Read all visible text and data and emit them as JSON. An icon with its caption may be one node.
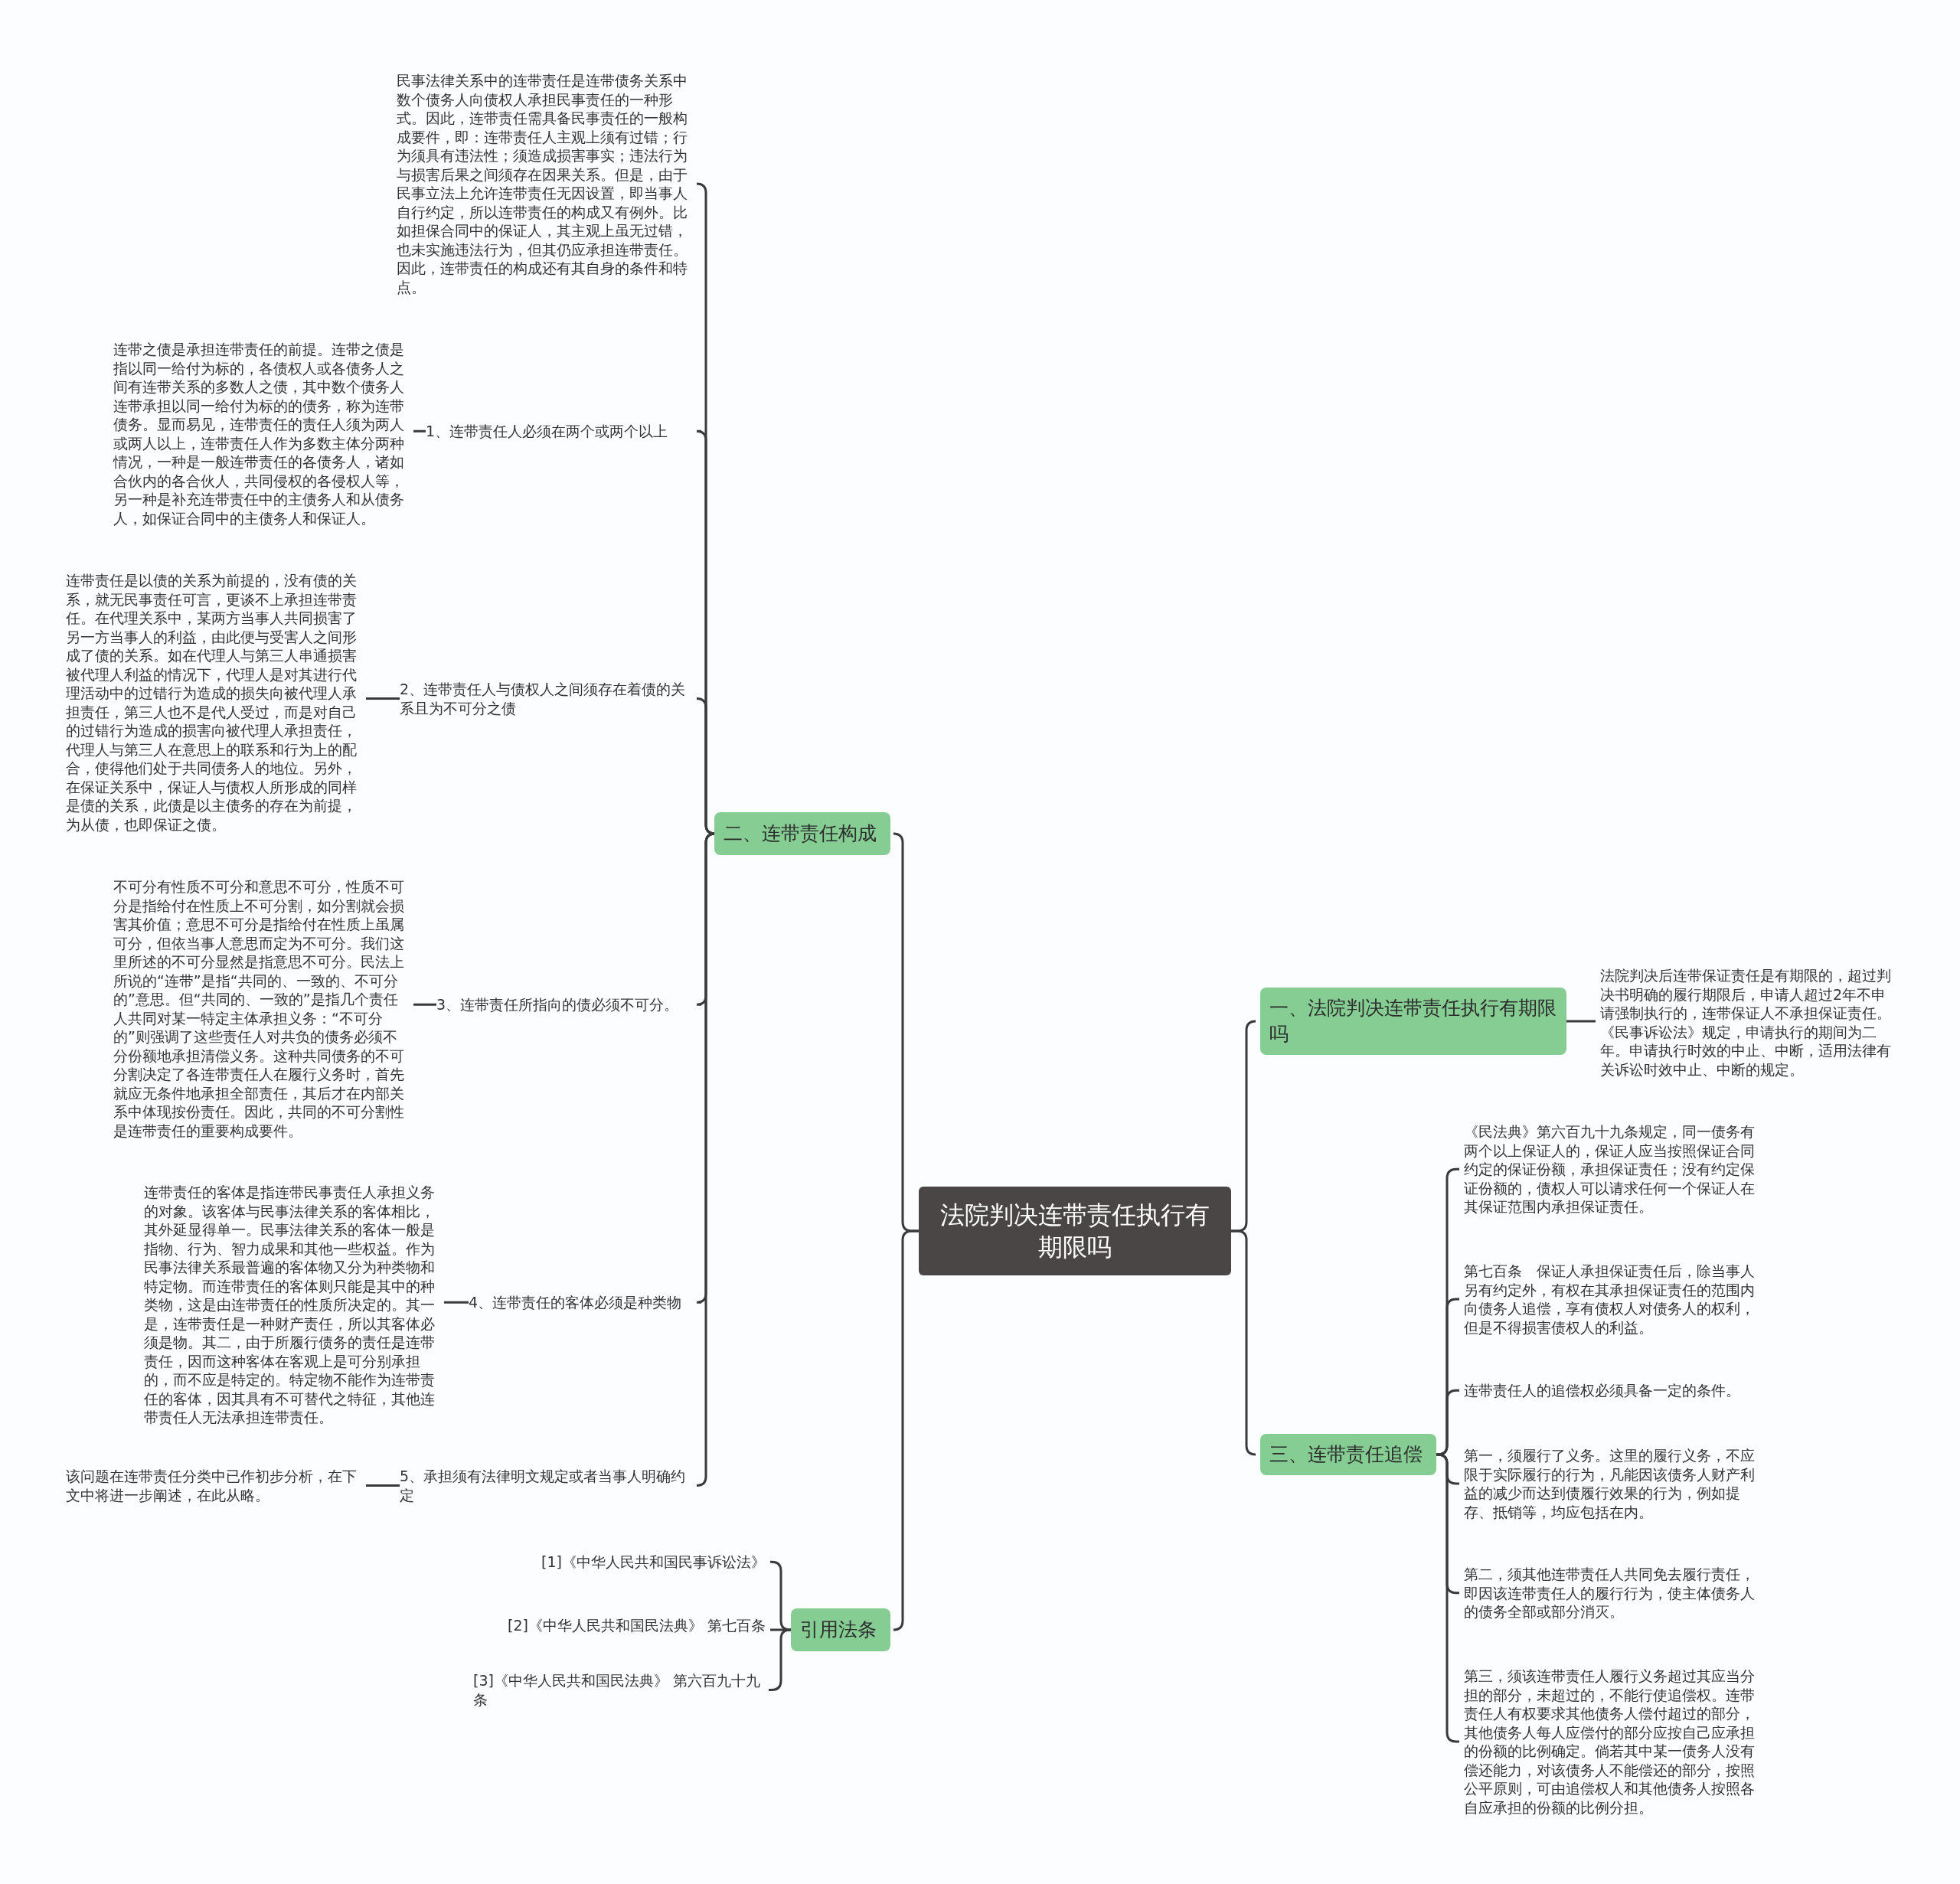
{
  "diagram": {
    "nodes": [
      {
        "text": [
          "法院判决连带责任执行有期限吗"
        ]
      },
      {
        "text": [
          "二、连带责任构成"
        ]
      },
      {
        "text": [
          "民事法律关系中的连带责任是连带债务关系中数个债务人向债权人承担民事责任的一种形式。因此，连带责任需具备民事责任的一般构成要件，即：连带责任人主观上须有过错；行为须具有违法性；须造成损害事实；违法行为与损害后果之间须存在因果关系。但是，由于民事立法上允许连带责任无因设置，即当事人自行约定，所以连带责任的构成又有例外。比如担保合同中的保证人，其主观上虽无过错，也未实施违法行为，但其仍应承担连带责任。因此，连带责任的构成还有其自身的条件和特点。"
        ]
      },
      {
        "text": [
          "1、连带责任人必须在两个或两个以上"
        ]
      },
      {
        "text": [
          "连带之债是承担连带责任的前提。连带之债是指以同一给付为标的，各债权人或各债务人之间有连带关系的多数人之债，其中数个债务人连带承担以同一给付为标的的债务，称为连带债务。显而易见，连带责任的责任人须为两人或两人以上，连带责任人作为多数主体分两种情况，一种是一般连带责任的各债务人，诸如合伙内的各合伙人，共同侵权的各侵权人等，另一种是补充连带责任中的主债务人和从债务人，如保证合同中的主债务人和保证人。"
        ]
      },
      {
        "text": [
          "2、连带责任人与债权人之间须存在着债的关系且为不可分之债"
        ]
      },
      {
        "text": [
          "连带责任是以债的关系为前提的，没有债的关系，就无民事责任可言，更谈不上承担连带责任。在代理关系中，某两方当事人共同损害了另一方当事人的利益，由此便与受害人之间形成了债的关系。如在代理人与第三人串通损害被代理人利益的情况下，代理人是对其进行代理活动中的过错行为造成的损失向被代理人承担责任，第三人也不是代人受过，而是对自己的过错行为造成的损害向被代理人承担责任，代理人与第三人在意思上的联系和行为上的配合，使得他们处于共同债务人的地位。另外，在保证关系中，保证人与债权人所形成的同样是债的关系，此债是以主债务的存在为前提，为从债，也即保证之债。"
        ]
      },
      {
        "text": [
          "3、连带责任所指向的债必须不可分。"
        ]
      },
      {
        "text": [
          "不可分有性质不可分和意思不可分，性质不可分是指给付在性质上不可分割，如分割就会损害其价值；意思不可分是指给付在性质上虽属可分，但依当事人意思而定为不可分。我们这里所述的不可分显然是指意思不可分。民法上所说的“连带”是指“共同的、一致的、不可分的”意思。但“共同的、一致的”是指几个责任人共同对某一特定主体承担义务：“不可分的”则强调了这些责任人对共负的债务必须不分份额地承担清偿义务。这种共同债务的不可分割决定了各连带责任人在履行义务时，首先就应无条件地承担全部责任，其后才在内部关系中体现按份责任。因此，共同的不可分割性是连带责任的重要构成要件。"
        ]
      },
      {
        "text": [
          "4、连带责任的客体必须是种类物"
        ]
      },
      {
        "text": [
          "连带责任的客体是指连带民事责任人承担义务的对象。该客体与民事法律关系的客体相比，其外延显得单一。民事法律关系的客体一般是指物、行为、智力成果和其他一些权益。作为民事法律关系最普遍的客体物又分为种类物和特定物。而连带责任的客体则只能是其中的种类物，这是由连带责任的性质所决定的。其一是，连带责任是一种财产责任，所以其客体必须是物。其二，由于所履行债务的责任是连带责任，因而这种客体在客观上是可分别承担的，而不应是特定的。特定物不能作为连带责任的客体，因其具有不可替代之特征，其他连带责任人无法承担连带责任。"
        ]
      },
      {
        "text": [
          "5、承担须有法律明文规定或者当事人明确约定"
        ]
      },
      {
        "text": [
          "该问题在连带责任分类中已作初步分析，在下文中将进一步阐述，在此从略。"
        ]
      },
      {
        "text": [
          "引用法条"
        ]
      },
      {
        "text": [
          "[1]《中华人民共和国民事诉讼法》"
        ]
      },
      {
        "text": [
          "[2]《中华人民共和国民法典》 第七百条"
        ]
      },
      {
        "text": [
          "[3]《中华人民共和国民法典》 第六百九十九条"
        ]
      },
      {
        "text": [
          "一、法院判决连带责任执行有期限吗"
        ]
      },
      {
        "text": [
          "法院判决后连带保证责任是有期限的，超过判决书明确的履行期限后，申请人超过2年不申请强制执行的，连带保证人不承担保证责任。《民事诉讼法》规定，申请执行的期间为二年。申请执行时效的中止、中断，适用法律有关诉讼时效中止、中断的规定。"
        ]
      },
      {
        "text": [
          "三、连带责任追偿"
        ]
      },
      {
        "text": [
          "《民法典》第六百九十九条规定，同一债务有两个以上保证人的，保证人应当按照保证合同约定的保证份额，承担保证责任；没有约定保证份额的，债权人可以请求任何一个保证人在其保证范围内承担保证责任。"
        ]
      },
      {
        "text": [
          "第七百条　保证人承担保证责任后，除当事人另有约定外，有权在其承担保证责任的范围内向债务人追偿，享有债权人对债务人的权利，但是不得损害债权人的利益。"
        ]
      },
      {
        "text": [
          "连带责任人的追偿权必须具备一定的条件。"
        ]
      },
      {
        "text": [
          "第一，须履行了义务。这里的履行义务，不应限于实际履行的行为，凡能因该债务人财产利益的减少而达到债履行效果的行为，例如提存、抵销等，均应包括在内。"
        ]
      },
      {
        "text": [
          "第二，须其他连带责任人共同免去履行责任，即因该连带责任人的履行行为，使主体债务人的债务全部或部分消灭。"
        ]
      },
      {
        "text": [
          "第三，须该连带责任人履行义务超过其应当分担的部分，未超过的，不能行使追偿权。连带责任人有权要求其他债务人偿付超过的部分，其他债务人每人应偿付的部分应按自己应承担的份额的比例确定。倘若其中某一债务人没有偿还能力，对该债务人不能偿还的部分，按照公平原则，可由追偿权人和其他债务人按照各自应承担的份额的比例分担。"
        ]
      }
    ],
    "edges": [
      {
        "from": 0,
        "to": 1,
        "arrow": "none"
      },
      {
        "from": 1,
        "to": 2,
        "arrow": "none"
      },
      {
        "from": 1,
        "to": 3,
        "arrow": "none"
      },
      {
        "from": 3,
        "to": 4,
        "arrow": "none"
      },
      {
        "from": 1,
        "to": 5,
        "arrow": "none"
      },
      {
        "from": 5,
        "to": 6,
        "arrow": "none"
      },
      {
        "from": 1,
        "to": 7,
        "arrow": "none"
      },
      {
        "from": 7,
        "to": 8,
        "arrow": "none"
      },
      {
        "from": 1,
        "to": 9,
        "arrow": "none"
      },
      {
        "from": 9,
        "to": 10,
        "arrow": "none"
      },
      {
        "from": 1,
        "to": 11,
        "arrow": "none"
      },
      {
        "from": 11,
        "to": 12,
        "arrow": "none"
      },
      {
        "from": 0,
        "to": 13,
        "arrow": "none"
      },
      {
        "from": 13,
        "to": 14,
        "arrow": "none"
      },
      {
        "from": 13,
        "to": 15,
        "arrow": "none"
      },
      {
        "from": 13,
        "to": 16,
        "arrow": "none"
      },
      {
        "from": 0,
        "to": 17,
        "arrow": "none"
      },
      {
        "from": 17,
        "to": 18,
        "arrow": "none"
      },
      {
        "from": 0,
        "to": 19,
        "arrow": "none"
      },
      {
        "from": 19,
        "to": 20,
        "arrow": "none"
      },
      {
        "from": 19,
        "to": 21,
        "arrow": "none"
      },
      {
        "from": 19,
        "to": 22,
        "arrow": "none"
      },
      {
        "from": 19,
        "to": 23,
        "arrow": "none"
      },
      {
        "from": 19,
        "to": 24,
        "arrow": "none"
      },
      {
        "from": 19,
        "to": 25,
        "arrow": "none"
      }
    ]
  }
}
